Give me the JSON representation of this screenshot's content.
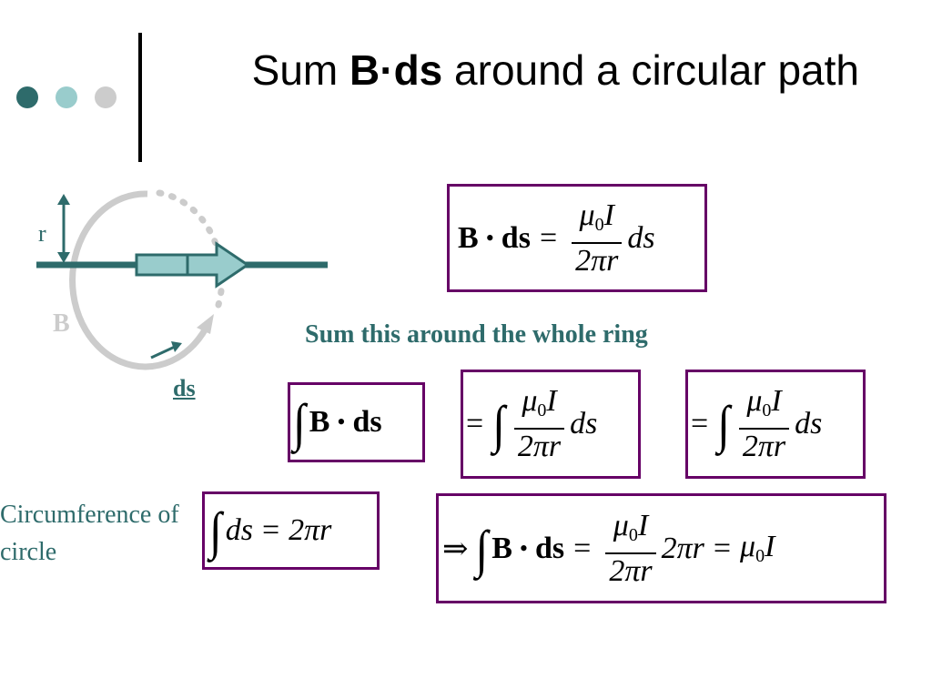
{
  "title": {
    "part1": "Sum ",
    "bold": "B·ds",
    "part2": " around a circular path"
  },
  "diagram": {
    "r_label": "r",
    "b_label": "B",
    "ds_label": "ds"
  },
  "caption_sum": "Sum this around the whole ring",
  "caption_circumference": "Circumference of circle",
  "eq_common": {
    "B": "B",
    "ds_bold": "ds",
    "bullet": "•",
    "equals": "=",
    "ds_italic": "ds",
    "integral": "∫",
    "mu": "μ",
    "zero": "0",
    "I": "I",
    "two_pi_r": "2πr",
    "implies": "⇒"
  },
  "colors": {
    "teal": "#2E6B6B",
    "light_teal": "#99CCCC",
    "gray": "#CCCCCC",
    "box_border": "#660066"
  }
}
